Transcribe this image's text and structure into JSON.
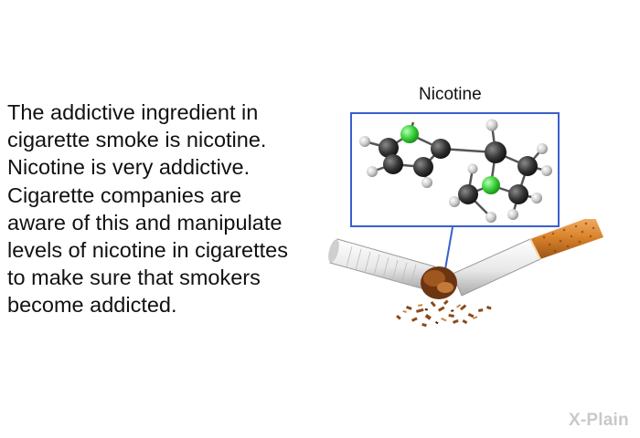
{
  "paragraph": {
    "lines": [
      "The addictive ingredient in",
      "cigarette smoke is nicotine.",
      "Nicotine is very addictive.",
      "Cigarette companies are",
      "aware of this and manipulate",
      "levels of nicotine in cigarettes",
      "to make sure that smokers",
      "become addicted."
    ]
  },
  "molecule": {
    "label": "Nicotine",
    "box_border_color": "#3a5fcd",
    "carbon_color": "#333333",
    "nitrogen_color": "#33cc33",
    "hydrogen_color": "#cccccc"
  },
  "illustration": {
    "subject": "broken cigarette with spilled tobacco",
    "filter_color": "#d9822b",
    "paper_color": "#e8e8e8",
    "tobacco_color": "#8a4a1c"
  },
  "brand": {
    "watermark": "X-Plain"
  }
}
